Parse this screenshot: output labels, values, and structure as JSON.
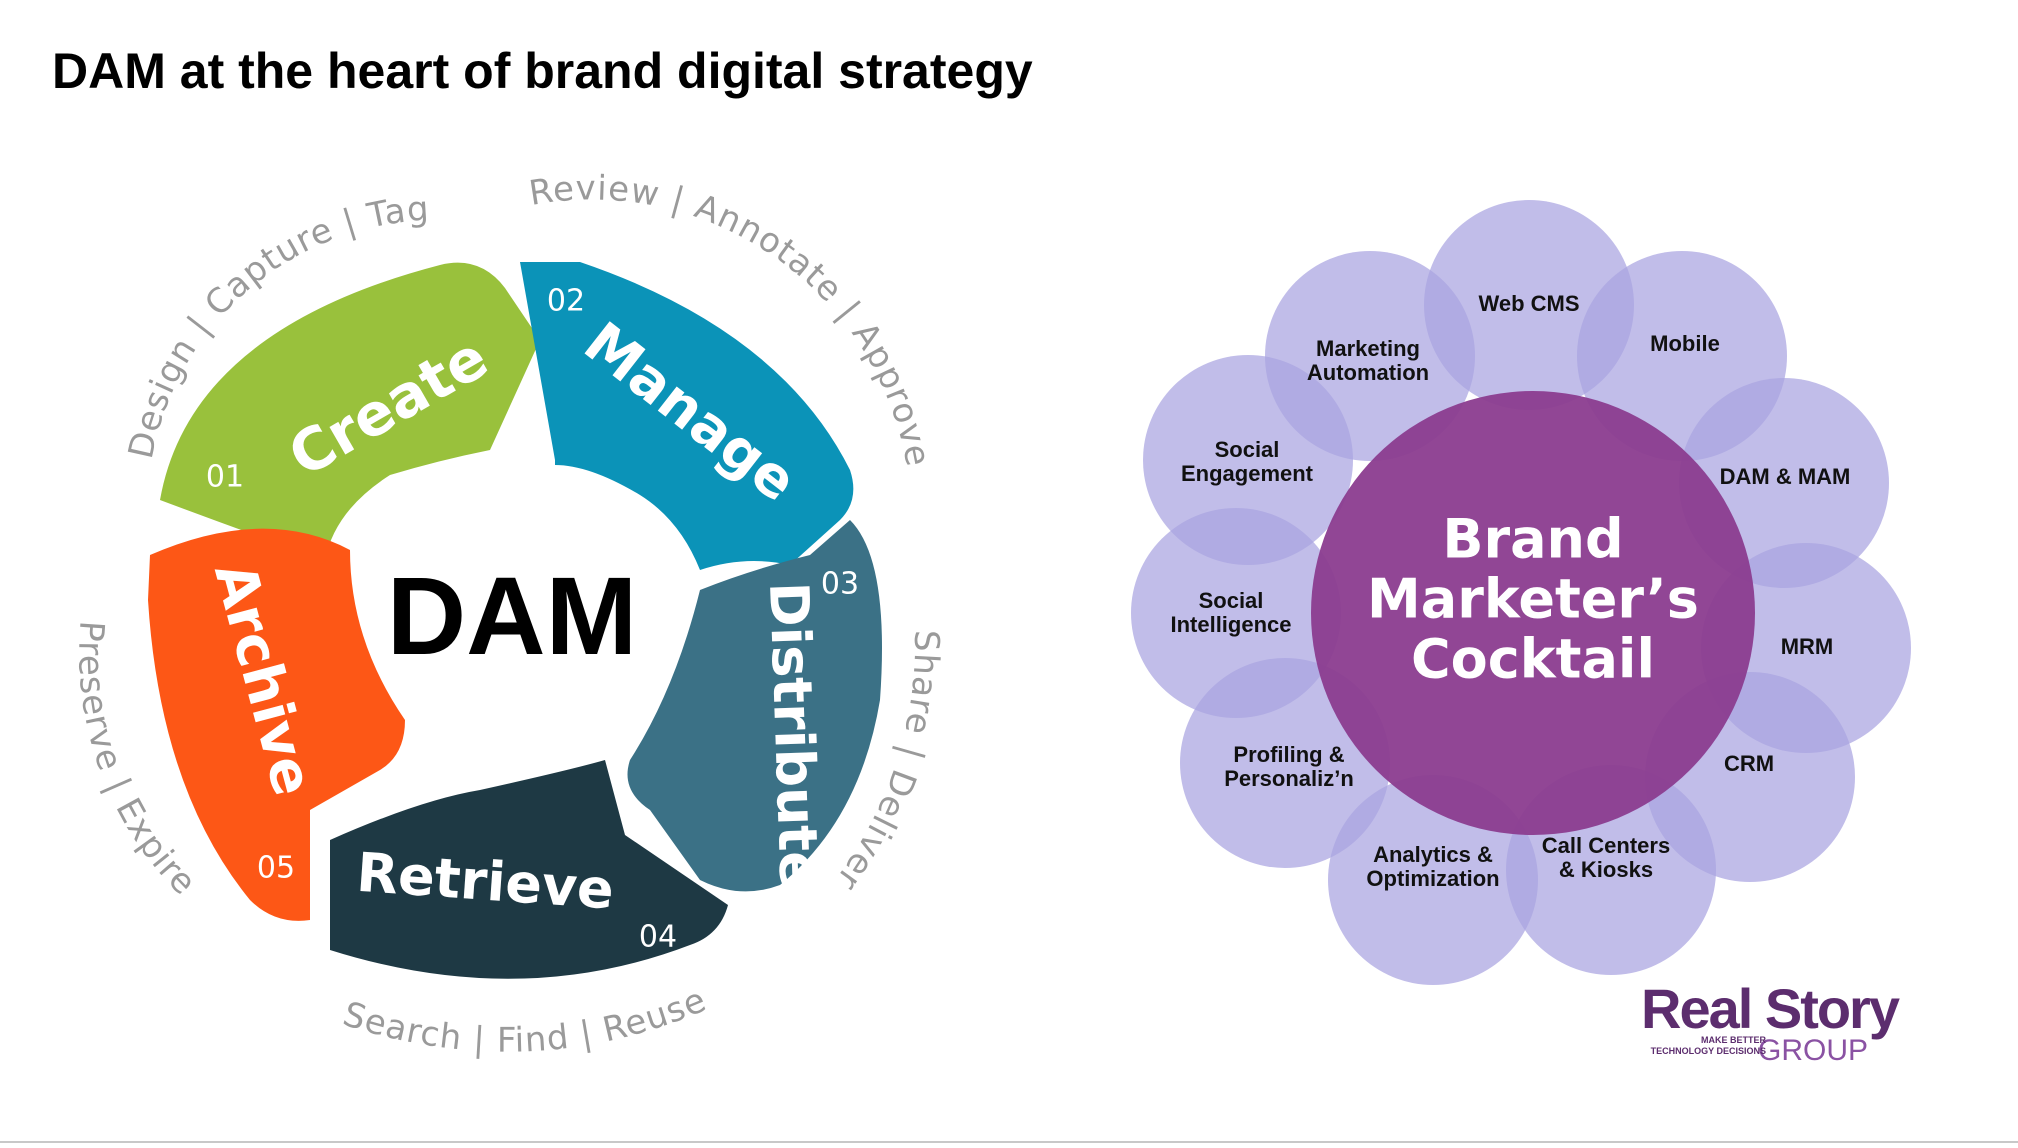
{
  "title": {
    "bold": "DAM at the heart",
    "rest": " of brand digital strategy"
  },
  "dam_cycle": {
    "center_label": "DAM",
    "stages": [
      {
        "label": "Create",
        "number": "01",
        "activities": "Design | Capture | Tag",
        "color": "#99c13c"
      },
      {
        "label": "Manage",
        "number": "02",
        "activities": "Review | Annotate | Approve",
        "color": "#0b93b8"
      },
      {
        "label": "Distribute",
        "number": "03",
        "activities": "Share | Deliver",
        "color": "#3b7186"
      },
      {
        "label": "Retrieve",
        "number": "04",
        "activities": "Search | Find | Reuse",
        "color": "#1e3944"
      },
      {
        "label": "Archive",
        "number": "05",
        "activities": "Preserve | Expire",
        "color": "#fd5716"
      }
    ]
  },
  "cocktail": {
    "center_lines": [
      "Brand",
      "Marketer’s",
      "Cocktail"
    ],
    "center_color": "#8b3c8f",
    "petal_color": "#a9a3e0",
    "petals": [
      {
        "lines": [
          "Web CMS"
        ]
      },
      {
        "lines": [
          "Mobile"
        ]
      },
      {
        "lines": [
          "DAM & MAM"
        ]
      },
      {
        "lines": [
          "MRM"
        ]
      },
      {
        "lines": [
          "CRM"
        ]
      },
      {
        "lines": [
          "Call Centers",
          "& Kiosks"
        ]
      },
      {
        "lines": [
          "Analytics &",
          "Optimization"
        ]
      },
      {
        "lines": [
          "Profiling &",
          "Personaliz’n"
        ]
      },
      {
        "lines": [
          "Social",
          "Intelligence"
        ]
      },
      {
        "lines": [
          "Social",
          "Engagement"
        ]
      },
      {
        "lines": [
          "Marketing",
          "Automation"
        ]
      }
    ]
  },
  "logo": {
    "line1": "Real Story",
    "line2": "GROUP",
    "tagline": [
      "MAKE BETTER",
      "TECHNOLOGY DECISIONS"
    ],
    "primary_color": "#5c2d6e",
    "secondary_color": "#8a52a3"
  }
}
